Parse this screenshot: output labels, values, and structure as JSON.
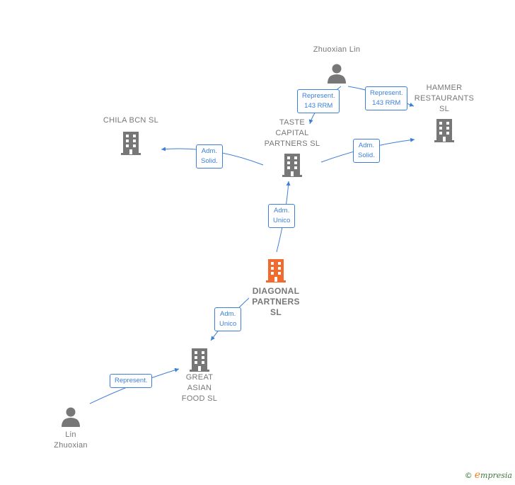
{
  "nodes": {
    "zhuoxian_lin": {
      "label": "Zhuoxian Lin",
      "icon": "person-icon"
    },
    "hammer": {
      "label": "HAMMER\nRESTAURANTS\nSL",
      "icon": "building-icon"
    },
    "chila": {
      "label": "CHILA BCN  SL",
      "icon": "building-icon"
    },
    "taste": {
      "label": "TASTE\nCAPITAL\nPARTNERS  SL",
      "icon": "building-icon"
    },
    "diagonal": {
      "label": "DIAGONAL\nPARTNERS\nSL",
      "icon": "building-icon"
    },
    "great_asian": {
      "label": "GREAT\nASIAN\nFOOD  SL",
      "icon": "building-icon"
    },
    "lin_zhuoxian": {
      "label": "Lin\nZhuoxian",
      "icon": "person-icon"
    }
  },
  "edges": {
    "rep_taste": "Represent.\n143 RRM",
    "rep_hammer": "Represent.\n143 RRM",
    "adm_chila": "Adm.\nSolid.",
    "adm_hammer": "Adm.\nSolid.",
    "adm_taste": "Adm.\nUnico",
    "adm_great": "Adm.\nUnico",
    "rep_great": "Represent."
  },
  "colors": {
    "node": "#777777",
    "main_node": "#f26a2e",
    "edge": "#3d7fd6"
  },
  "footer": {
    "copyright": "©",
    "brand_initial": "e",
    "brand_rest": "mpresia"
  }
}
